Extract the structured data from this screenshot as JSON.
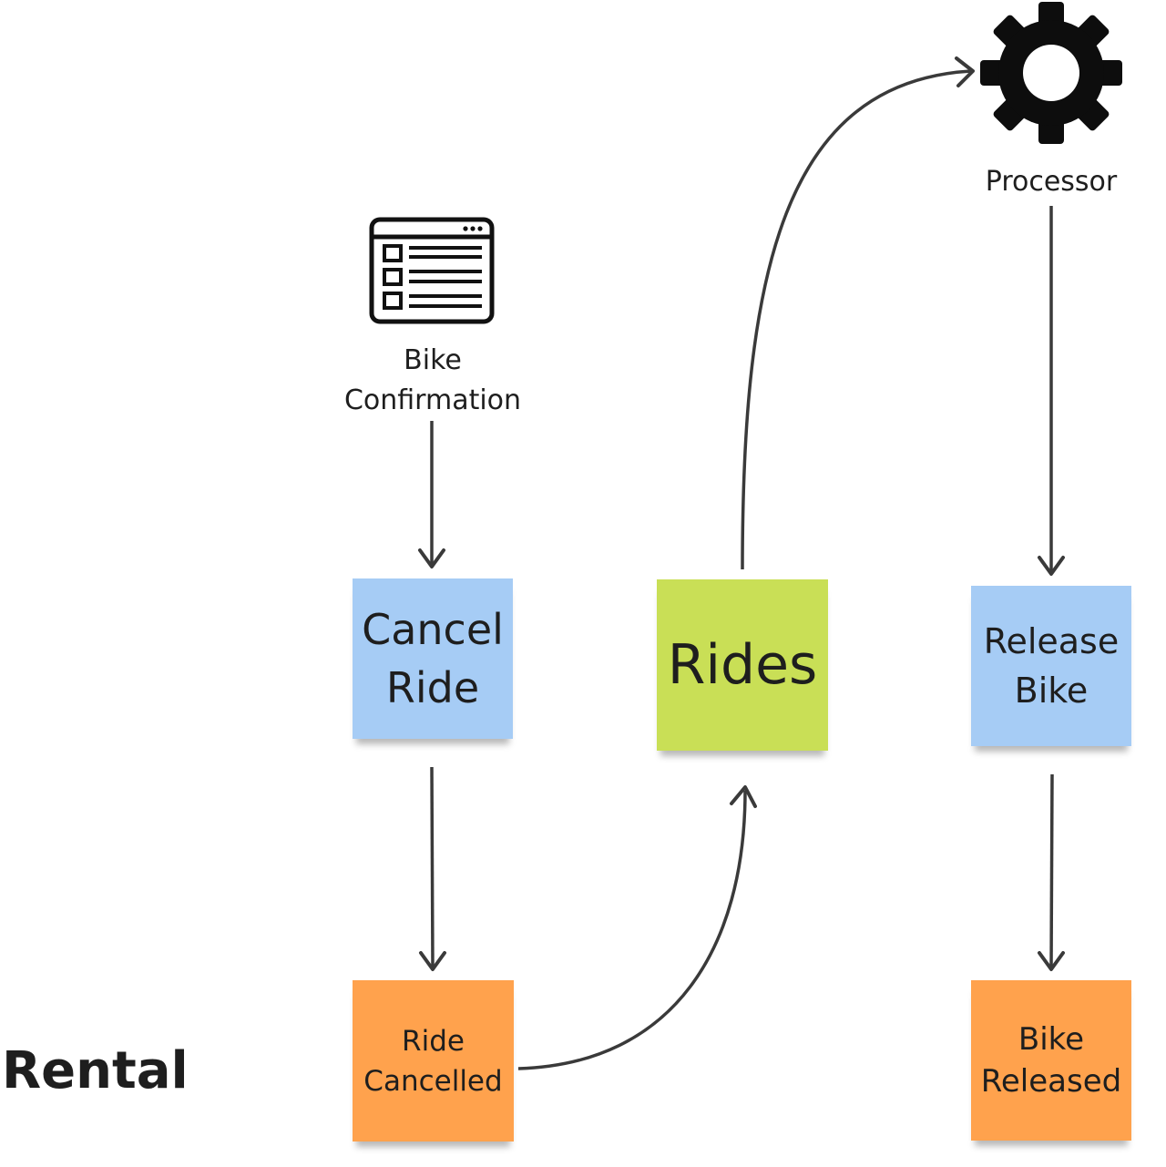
{
  "diagram": {
    "frame_title": "Rental",
    "icons": {
      "browser": "browser-list-icon",
      "gear": "gear-icon"
    },
    "labels": {
      "bike_confirmation": "Bike\nConfirmation",
      "processor": "Processor"
    },
    "stickies": {
      "cancel_ride": "Cancel\nRide",
      "rides": "Rides",
      "release_bike": "Release\nBike",
      "ride_cancelled": "Ride\nCancelled",
      "bike_released": "Bike\nReleased"
    },
    "colors": {
      "command": "#a6ccf5",
      "aggregate": "#c9df56",
      "event": "#ffa24d",
      "connector": "#3a3a3a"
    }
  }
}
